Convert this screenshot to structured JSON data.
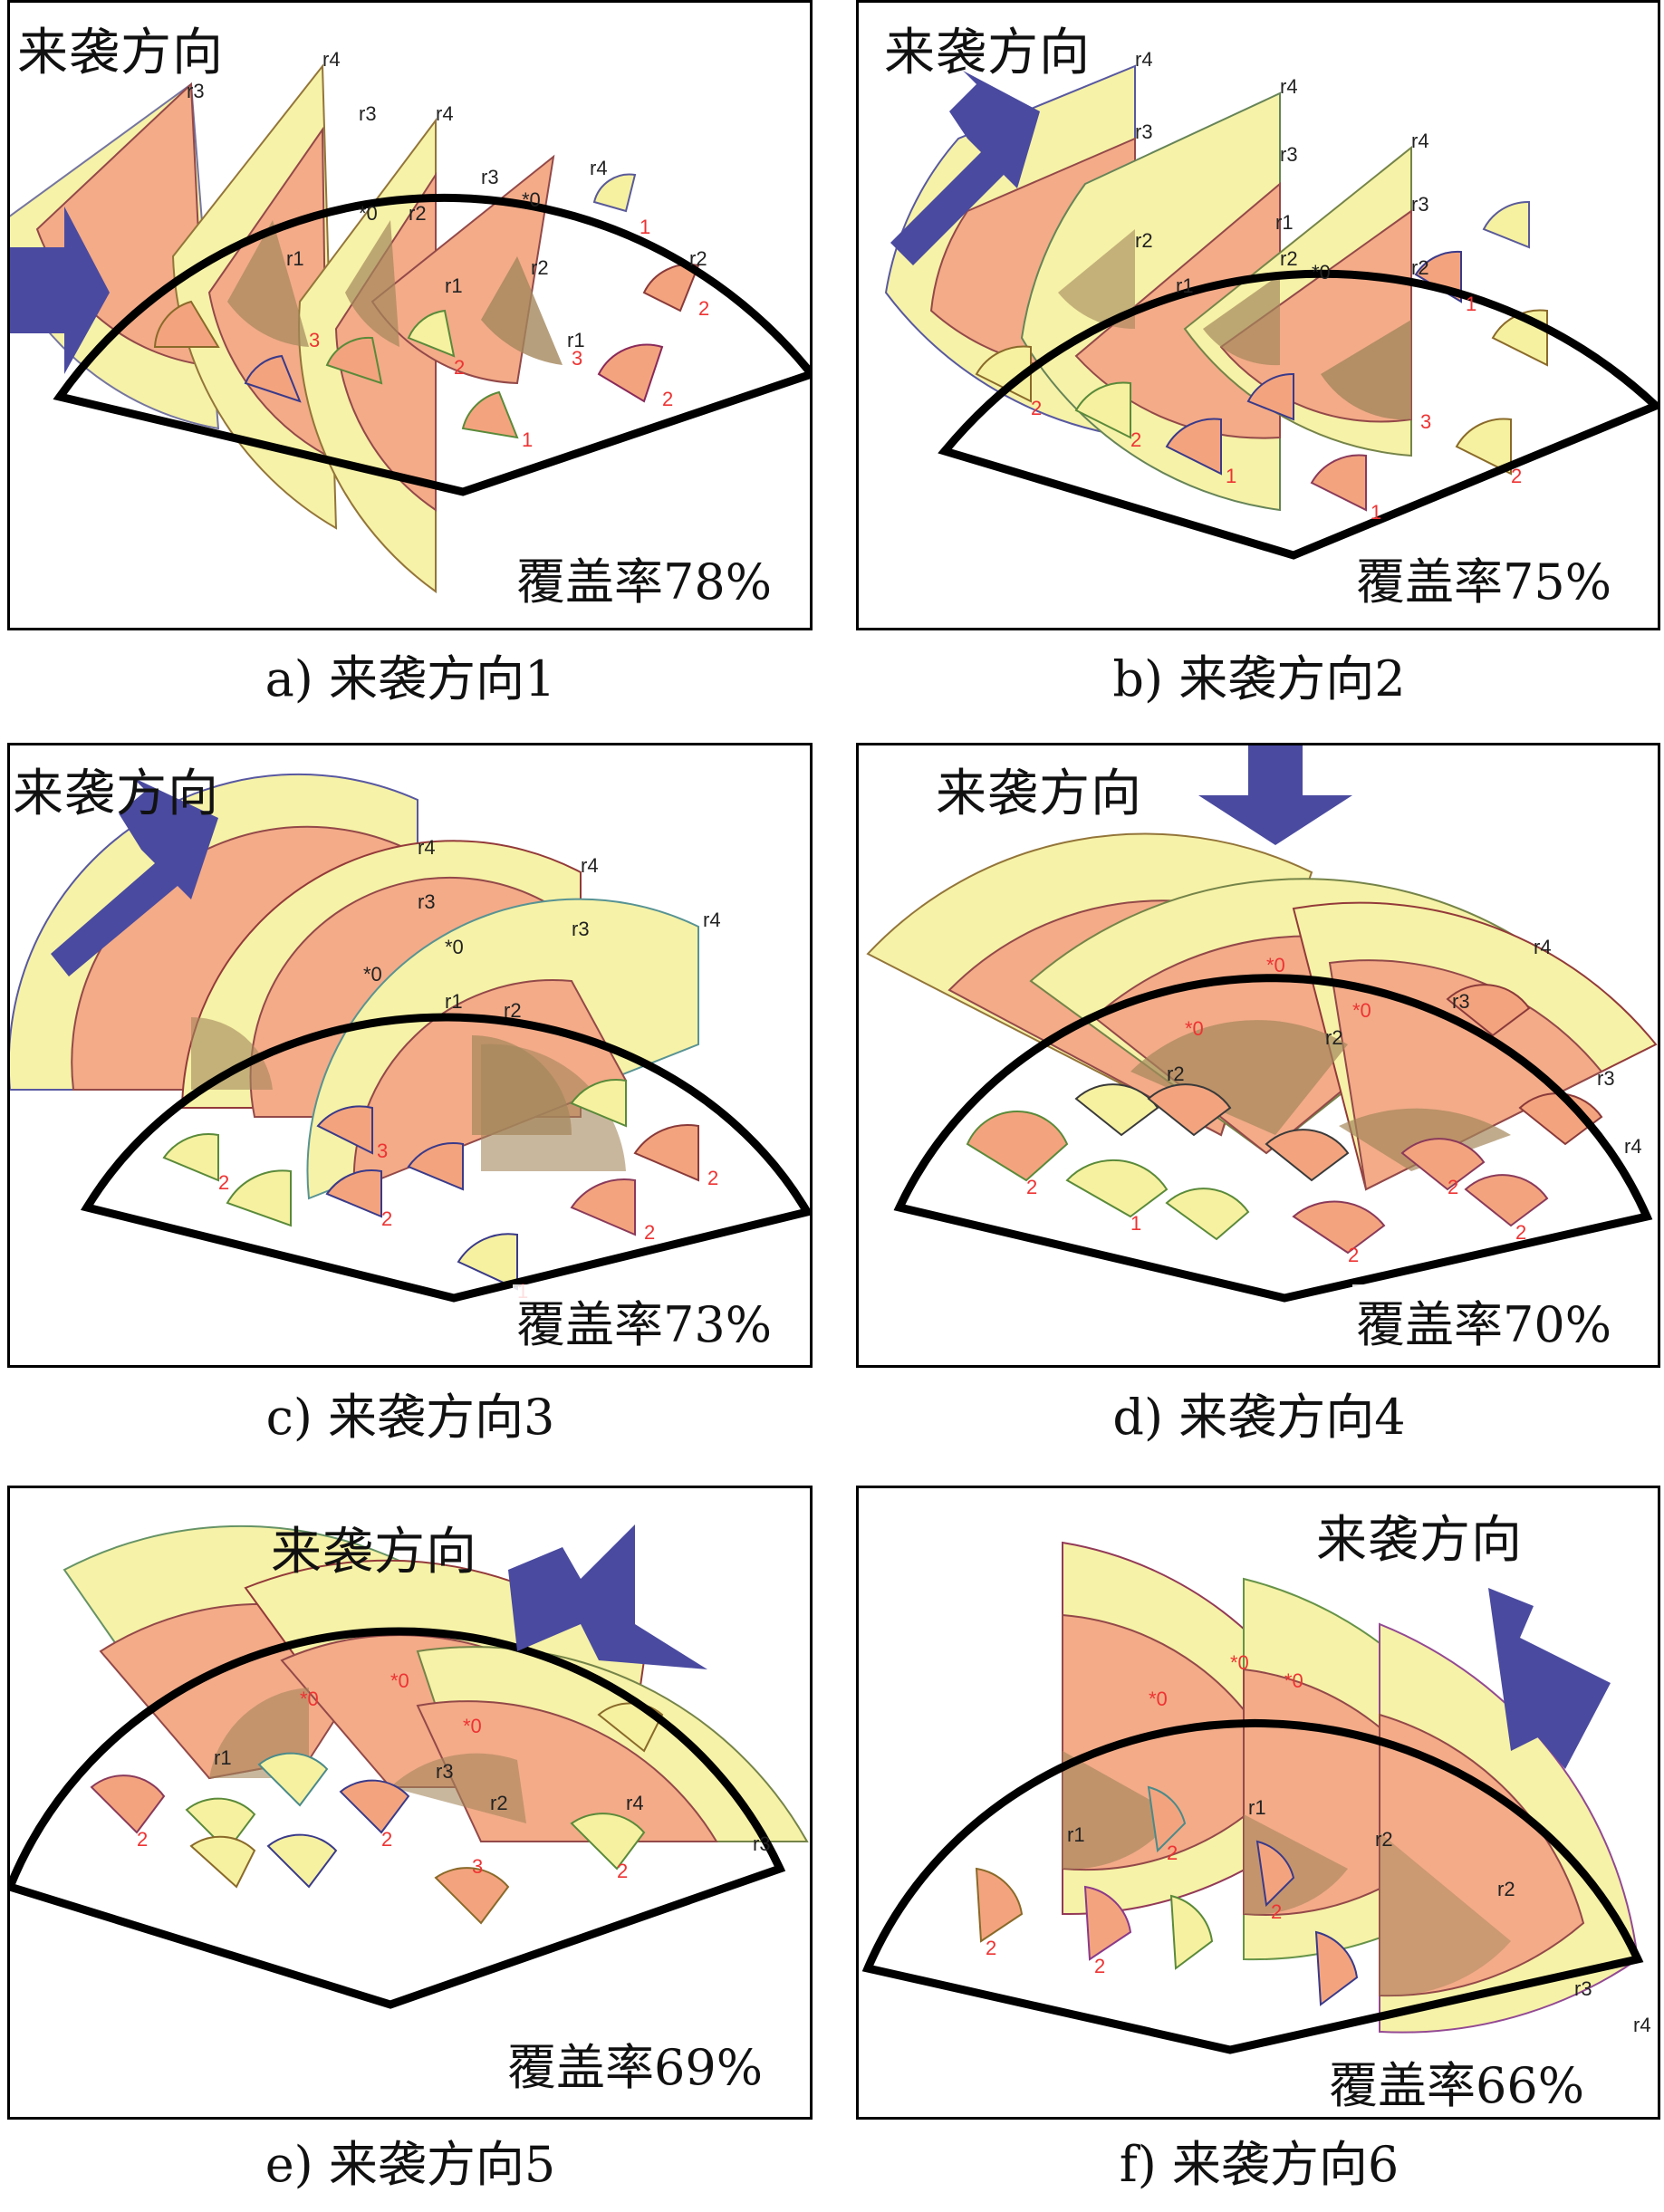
{
  "colors": {
    "outer_ring": "#f6f1a0",
    "inner_sector": "#f3a47e",
    "overlap_dark": "#9c7d4f",
    "arrow": "#4a4aa0",
    "boundary": "#000000"
  },
  "panels": [
    {
      "id": "a",
      "direction_label": "来袭方向",
      "coverage_label": "覆盖率78%",
      "caption": "a) 来袭方向1"
    },
    {
      "id": "b",
      "direction_label": "来袭方向",
      "coverage_label": "覆盖率75%",
      "caption": "b) 来袭方向2"
    },
    {
      "id": "c",
      "direction_label": "来袭方向",
      "coverage_label": "覆盖率73%",
      "caption": "c) 来袭方向3"
    },
    {
      "id": "d",
      "direction_label": "来袭方向",
      "coverage_label": "覆盖率70%",
      "caption": "d) 来袭方向4"
    },
    {
      "id": "e",
      "direction_label": "来袭方向",
      "coverage_label": "覆盖率69%",
      "caption": "e) 来袭方向5"
    },
    {
      "id": "f",
      "direction_label": "来袭方向",
      "coverage_label": "覆盖率66%",
      "caption": "f) 来袭方向6"
    }
  ],
  "sector_labels": [
    "r1",
    "r2",
    "r3",
    "r4",
    "*0",
    "1",
    "2",
    "3"
  ]
}
